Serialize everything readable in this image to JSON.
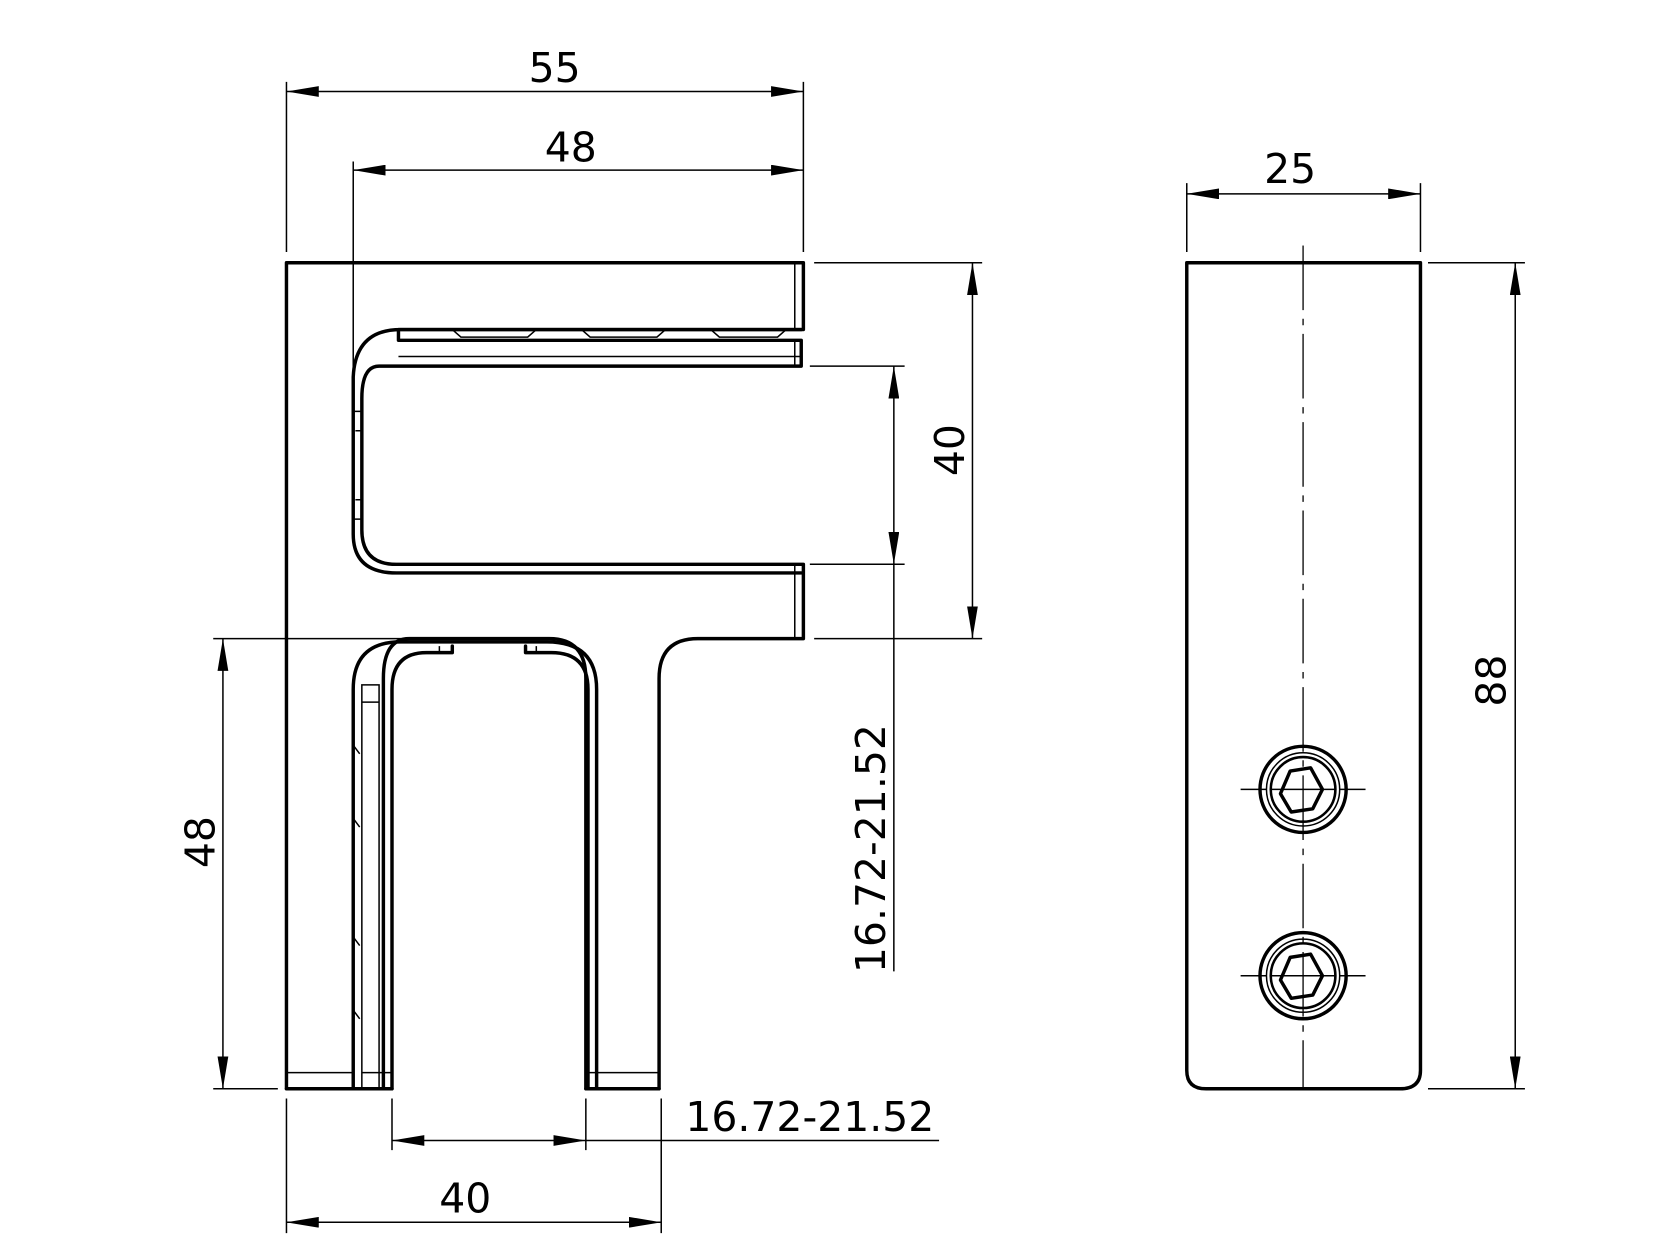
{
  "drawing": {
    "type": "technical-drawing",
    "views": [
      {
        "name": "front-view"
      },
      {
        "name": "side-view"
      }
    ],
    "colors": {
      "line": "#000000",
      "background": "#ffffff"
    }
  },
  "dimensions": {
    "front_overall_width": "55",
    "front_top_inner_width": "48",
    "front_slot_height": "40",
    "front_glass_range_vertical": "16.72-21.52",
    "front_lower_height": "48",
    "front_bottom_width": "40",
    "front_glass_range_horizontal": "16.72-21.52",
    "side_width": "25",
    "side_height": "88"
  },
  "fasteners": [
    {
      "name": "hex-socket-screw-upper"
    },
    {
      "name": "hex-socket-screw-lower"
    }
  ]
}
